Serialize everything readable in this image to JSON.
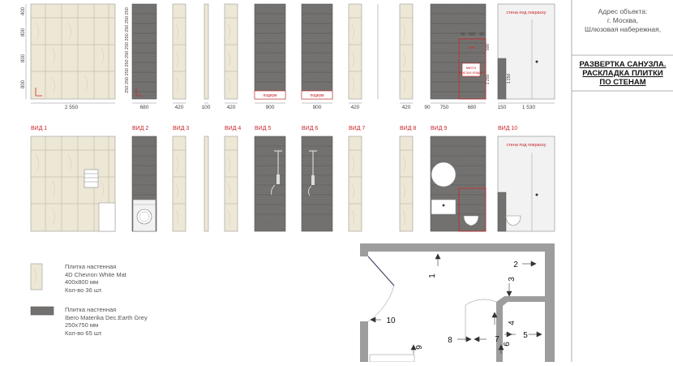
{
  "address": {
    "label": "Адрес объекта:",
    "city": "г. Москва,",
    "street": "Шлюзовая набережная,"
  },
  "sheet_title": [
    "РАЗВЕРТКА САНУЗЛА.",
    "РАСКЛАДКА ПЛИТКИ",
    "ПО СТЕНАМ"
  ],
  "views": {
    "v1": "ВИД 1",
    "v2": "ВИД 2",
    "v3": "ВИД 3",
    "v4": "ВИД 4",
    "v5": "ВИД 5",
    "v6": "ВИД 6",
    "v7": "ВИД 7",
    "v8": "ВИД 8",
    "v9": "ВИД 9",
    "v10": "ВИД 10"
  },
  "widths": {
    "v1": "2 550",
    "v2": "680",
    "v3": "420",
    "v4a": "100",
    "v4b": "420",
    "v5": "900",
    "v6": "900",
    "v7": "420",
    "v8": "420",
    "v9a": "90",
    "v9b": "750",
    "v9c": "680",
    "v10a": "150",
    "v10b": "1 530"
  },
  "heights": {
    "v1_top": "400",
    "v1_mid1": "800",
    "v1_mid2": "800",
    "v1_bot": "800",
    "v2_stack": "250 250 250 250 250 250 250 250 250 250",
    "v9_top": "500",
    "v9_mid": "1 250",
    "v10_side": "1 250"
  },
  "view9_top_dims": [
    "90",
    "500",
    "90"
  ],
  "callouts": {
    "podium5": "подиум",
    "podium6": "подиум",
    "mesto": "место",
    "pod": "под",
    "lyuk": "люк",
    "stena_top": "стена под покраску",
    "stena_bottom": "стена под покраску",
    "install": "инстал-ляция"
  },
  "legend": [
    {
      "title": "Плитка настенная",
      "name": "4D Chevron White Mat",
      "size": "400x800 мм",
      "count": "Кол-во 36 шт."
    },
    {
      "title": "Плитка настенная",
      "name": "Ibero Materika Dec.Earth Grey",
      "size": "250x750 мм",
      "count": "Кол-во 65 шт."
    }
  ],
  "plan_labels": {
    "p1": "1",
    "p2": "2",
    "p3": "3",
    "p4": "4",
    "p5": "5",
    "p6": "6",
    "p7": "7",
    "p8": "8",
    "p9": "9",
    "p10": "10"
  },
  "colors": {
    "cream": "#ede7d5",
    "grey": "#6e6c6a",
    "grey_dark": "#5e5c5b",
    "red": "#c8262a",
    "wall": "#9d9d9d"
  }
}
